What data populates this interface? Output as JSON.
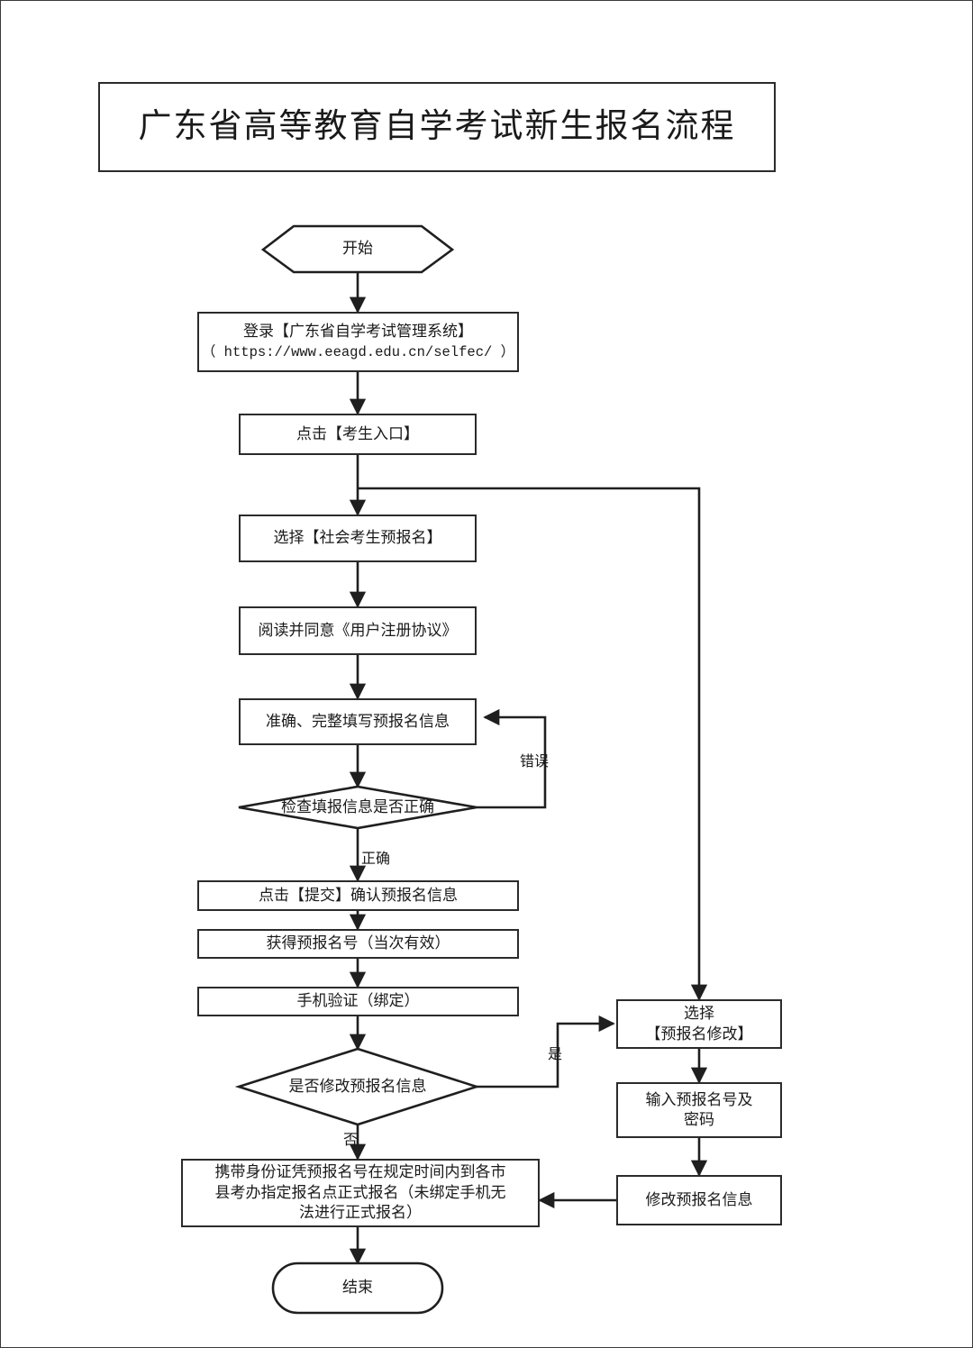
{
  "page": {
    "title": "广东省高等教育自学考试新生报名流程",
    "border_color": "#2b2b2b"
  },
  "flowchart": {
    "type": "flowchart",
    "orientation": "top-to-bottom",
    "nodes": [
      {
        "id": "start",
        "shape": "hexagon",
        "label": "开始"
      },
      {
        "id": "login",
        "shape": "rect",
        "label": "登录【广东省自学考试管理系统】",
        "sublabel": "（ https://www.eeagd.edu.cn/selfec/ ）"
      },
      {
        "id": "entry",
        "shape": "rect",
        "label": "点击【考生入口】"
      },
      {
        "id": "choose_pre",
        "shape": "rect",
        "label": "选择【社会考生预报名】"
      },
      {
        "id": "agreement",
        "shape": "rect",
        "label": "阅读并同意《用户注册协议》"
      },
      {
        "id": "fill_info",
        "shape": "rect",
        "label": "准确、完整填写预报名信息"
      },
      {
        "id": "check",
        "shape": "diamond",
        "label": "检查填报信息是否正确"
      },
      {
        "id": "submit",
        "shape": "rect",
        "label": "点击【提交】确认预报名信息"
      },
      {
        "id": "get_number",
        "shape": "rect",
        "label": "获得预报名号（当次有效）"
      },
      {
        "id": "phone",
        "shape": "rect",
        "label": "手机验证（绑定）"
      },
      {
        "id": "modify_q",
        "shape": "diamond",
        "label": "是否修改预报名信息"
      },
      {
        "id": "select_mod",
        "shape": "rect",
        "label": "选择\n【预报名修改】"
      },
      {
        "id": "input_num",
        "shape": "rect",
        "label": "输入预报名号及\n密码"
      },
      {
        "id": "do_modify",
        "shape": "rect",
        "label": "修改预报名信息"
      },
      {
        "id": "formal_reg",
        "shape": "rect",
        "label": "携带身份证凭预报名号在规定时间内到各市\n县考办指定报名点正式报名（未绑定手机无\n法进行正式报名）"
      },
      {
        "id": "end",
        "shape": "stadium",
        "label": "结束"
      }
    ],
    "edge_labels": {
      "error": "错误",
      "correct": "正确",
      "yes": "是",
      "no": "否"
    },
    "edges": [
      {
        "from": "start",
        "to": "login",
        "label": ""
      },
      {
        "from": "login",
        "to": "entry",
        "label": ""
      },
      {
        "from": "entry",
        "to": "choose_pre",
        "label": ""
      },
      {
        "from": "entry",
        "to": "select_mod",
        "label": ""
      },
      {
        "from": "choose_pre",
        "to": "agreement",
        "label": ""
      },
      {
        "from": "agreement",
        "to": "fill_info",
        "label": ""
      },
      {
        "from": "fill_info",
        "to": "check",
        "label": ""
      },
      {
        "from": "check",
        "to": "fill_info",
        "label": "错误"
      },
      {
        "from": "check",
        "to": "submit",
        "label": "正确"
      },
      {
        "from": "submit",
        "to": "get_number",
        "label": ""
      },
      {
        "from": "get_number",
        "to": "phone",
        "label": ""
      },
      {
        "from": "phone",
        "to": "modify_q",
        "label": ""
      },
      {
        "from": "modify_q",
        "to": "select_mod",
        "label": "是"
      },
      {
        "from": "modify_q",
        "to": "formal_reg",
        "label": "否"
      },
      {
        "from": "select_mod",
        "to": "input_num",
        "label": ""
      },
      {
        "from": "input_num",
        "to": "do_modify",
        "label": ""
      },
      {
        "from": "do_modify",
        "to": "formal_reg",
        "label": ""
      },
      {
        "from": "formal_reg",
        "to": "end",
        "label": ""
      }
    ]
  }
}
